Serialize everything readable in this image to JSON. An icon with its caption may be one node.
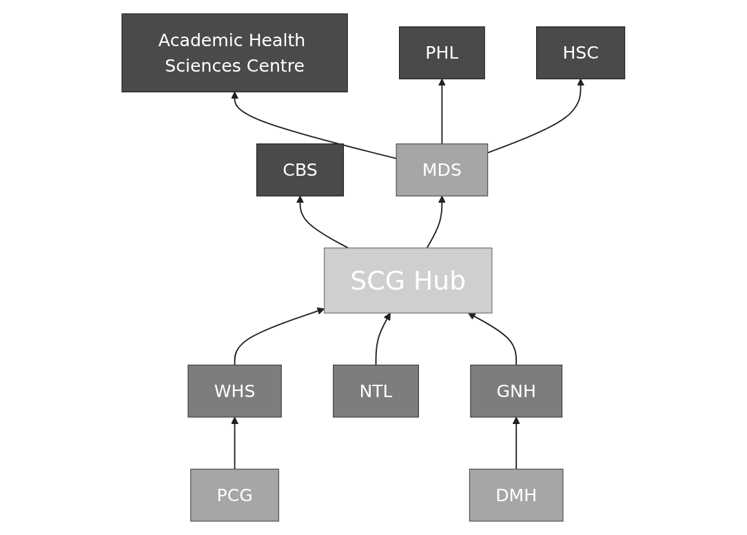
{
  "diagram": {
    "nodes": [
      {
        "text": [
          "Academic Health Sciences Centre"
        ]
      },
      {
        "text": [
          "PHL"
        ]
      },
      {
        "text": [
          "CBS"
        ]
      },
      {
        "text": [
          "HSC"
        ]
      },
      {
        "text": [
          "MDS"
        ]
      },
      {
        "text": [
          "SCG Hub"
        ]
      },
      {
        "text": [
          "WHS"
        ]
      },
      {
        "text": [
          "NTL"
        ]
      },
      {
        "text": [
          "GNH"
        ]
      },
      {
        "text": [
          "PCG"
        ]
      },
      {
        "text": [
          "DMH"
        ]
      }
    ],
    "edges": [
      {
        "from": 4,
        "to": 0,
        "arrow": "to"
      },
      {
        "from": 4,
        "to": 1,
        "arrow": "to"
      },
      {
        "from": 4,
        "to": 3,
        "arrow": "to"
      },
      {
        "from": 5,
        "to": 2,
        "arrow": "to"
      },
      {
        "from": 5,
        "to": 4,
        "arrow": "to"
      },
      {
        "from": 6,
        "to": 5,
        "arrow": "to"
      },
      {
        "from": 7,
        "to": 5,
        "arrow": "to"
      },
      {
        "from": 8,
        "to": 5,
        "arrow": "to"
      },
      {
        "from": 9,
        "to": 6,
        "arrow": "to"
      },
      {
        "from": 10,
        "to": 8,
        "arrow": "to"
      }
    ]
  }
}
